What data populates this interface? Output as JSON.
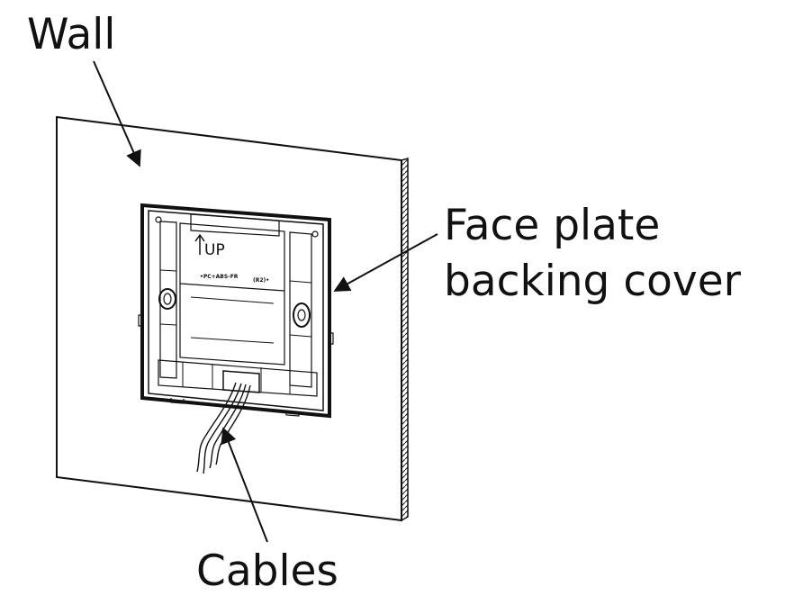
{
  "labels": {
    "wall": "Wall",
    "face_plate_line1": "Face plate",
    "face_plate_line2": "backing cover",
    "cables": "Cables"
  },
  "plate_marks": {
    "up": "UP",
    "material": "•PC+ABS-FR",
    "code": "(R2)•"
  },
  "colors": {
    "stroke": "#111111",
    "background": "#ffffff"
  }
}
